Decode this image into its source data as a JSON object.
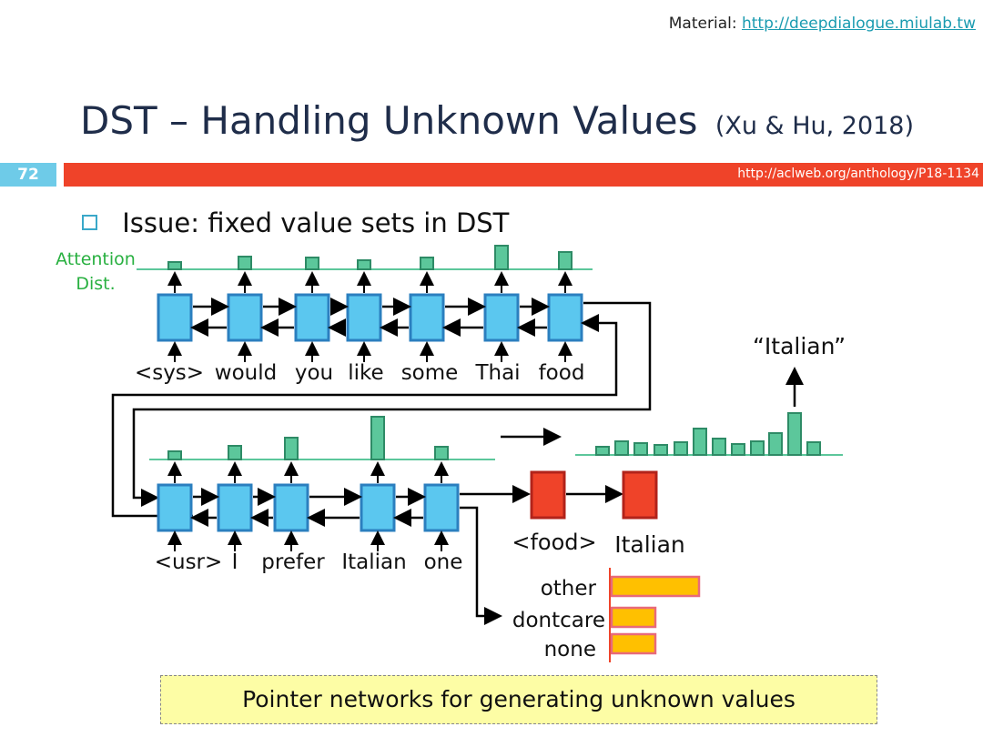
{
  "header": {
    "material_label": "Material:",
    "material_url": "http://deepdialogue.miulab.tw"
  },
  "title": {
    "main": "DST – Handling Unknown Values",
    "citation": "(Xu & Hu, 2018)"
  },
  "slide_number": "72",
  "reference_url": "http://aclweb.org/anthology/P18-1134",
  "bullet": "Issue: fixed value sets in DST",
  "diagram": {
    "attention_label_1": "Attention",
    "attention_label_2": "Dist.",
    "sys_tokens": [
      "<sys>",
      "would",
      "you",
      "like",
      "some",
      "Thai",
      "food"
    ],
    "usr_tokens": [
      "<usr>",
      "I",
      "prefer",
      "Italian",
      "one"
    ],
    "slot_label": "<food>",
    "value_label": "Italian",
    "output_label": "“Italian”",
    "gate_options": [
      "other",
      "dontcare",
      "none"
    ],
    "gate_values": [
      1.0,
      0.5,
      0.5
    ]
  },
  "caption": "Pointer networks for generating unknown values",
  "colors": {
    "accent_red": "#ef4329",
    "cell_blue": "#5bc7ef",
    "attention_green": "#5cc79b",
    "gate_yellow": "#ffc000",
    "attention_text": "#28b040"
  }
}
